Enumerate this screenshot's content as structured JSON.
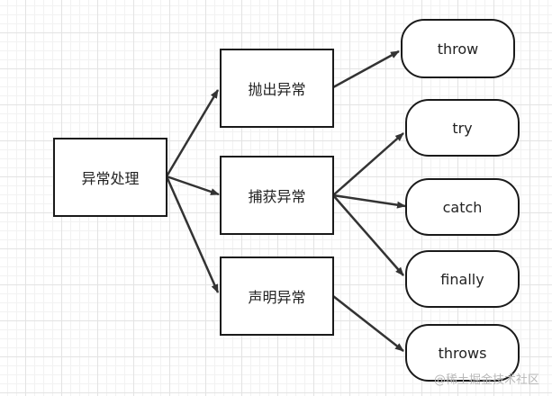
{
  "nodes": {
    "root": "异常处理",
    "raise": "抛出异常",
    "capture": "捕获异常",
    "declare": "声明异常",
    "throw": "throw",
    "try": "try",
    "catch": "catch",
    "finally": "finally",
    "throws": "throws"
  },
  "watermark": "@稀土掘金技术社区",
  "colors": {
    "line": "#333333",
    "border": "#1a1a1a"
  }
}
